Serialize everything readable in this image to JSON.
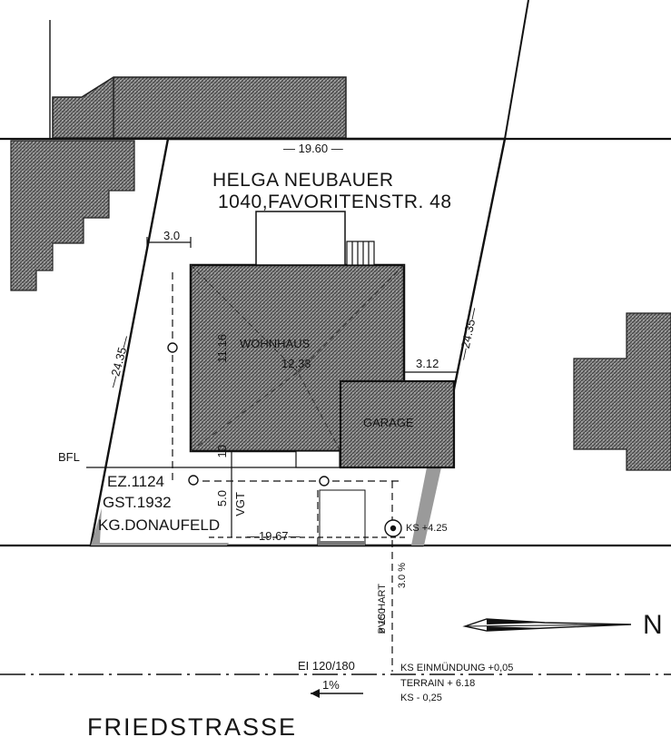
{
  "owner": {
    "name": "HELGA NEUBAUER",
    "address": "1040,FAVORITENSTR. 48"
  },
  "dimensions": {
    "north_boundary": "— 19.60 —",
    "west_boundary": "—24.35—",
    "east_boundary": "—24.35—",
    "setback_top": "3.0",
    "house_width": "12.33",
    "house_depth": "11.16",
    "garage_offset": "3.12",
    "front_setback": "5.0",
    "front_marker": "10",
    "south_boundary": "—19.67—"
  },
  "labels": {
    "house": "WOHNHAUS",
    "garage": "GARAGE",
    "building_line": "BFL",
    "vgt": "VGT"
  },
  "parcel": {
    "ez": "EZ.1124",
    "gst": "GST.1932",
    "kg": "KG.DONAUFELD"
  },
  "drainage": {
    "ks": "KS +4.25",
    "pipe": "PVC HART",
    "pipe_dn": "ø 150",
    "slope": "3.0 %",
    "sewer": "EI 120/180",
    "street_slope": "1%",
    "ks_junction": "KS EINMÜNDUNG +0,05",
    "terrain": "TERRAIN + 6.18",
    "ks_level": "KS - 0,25"
  },
  "street": "FRIEDSTRASSE",
  "north": "N",
  "colors": {
    "ink": "#151515",
    "hatch": "#5a5a5a",
    "paper": "#ffffff"
  }
}
